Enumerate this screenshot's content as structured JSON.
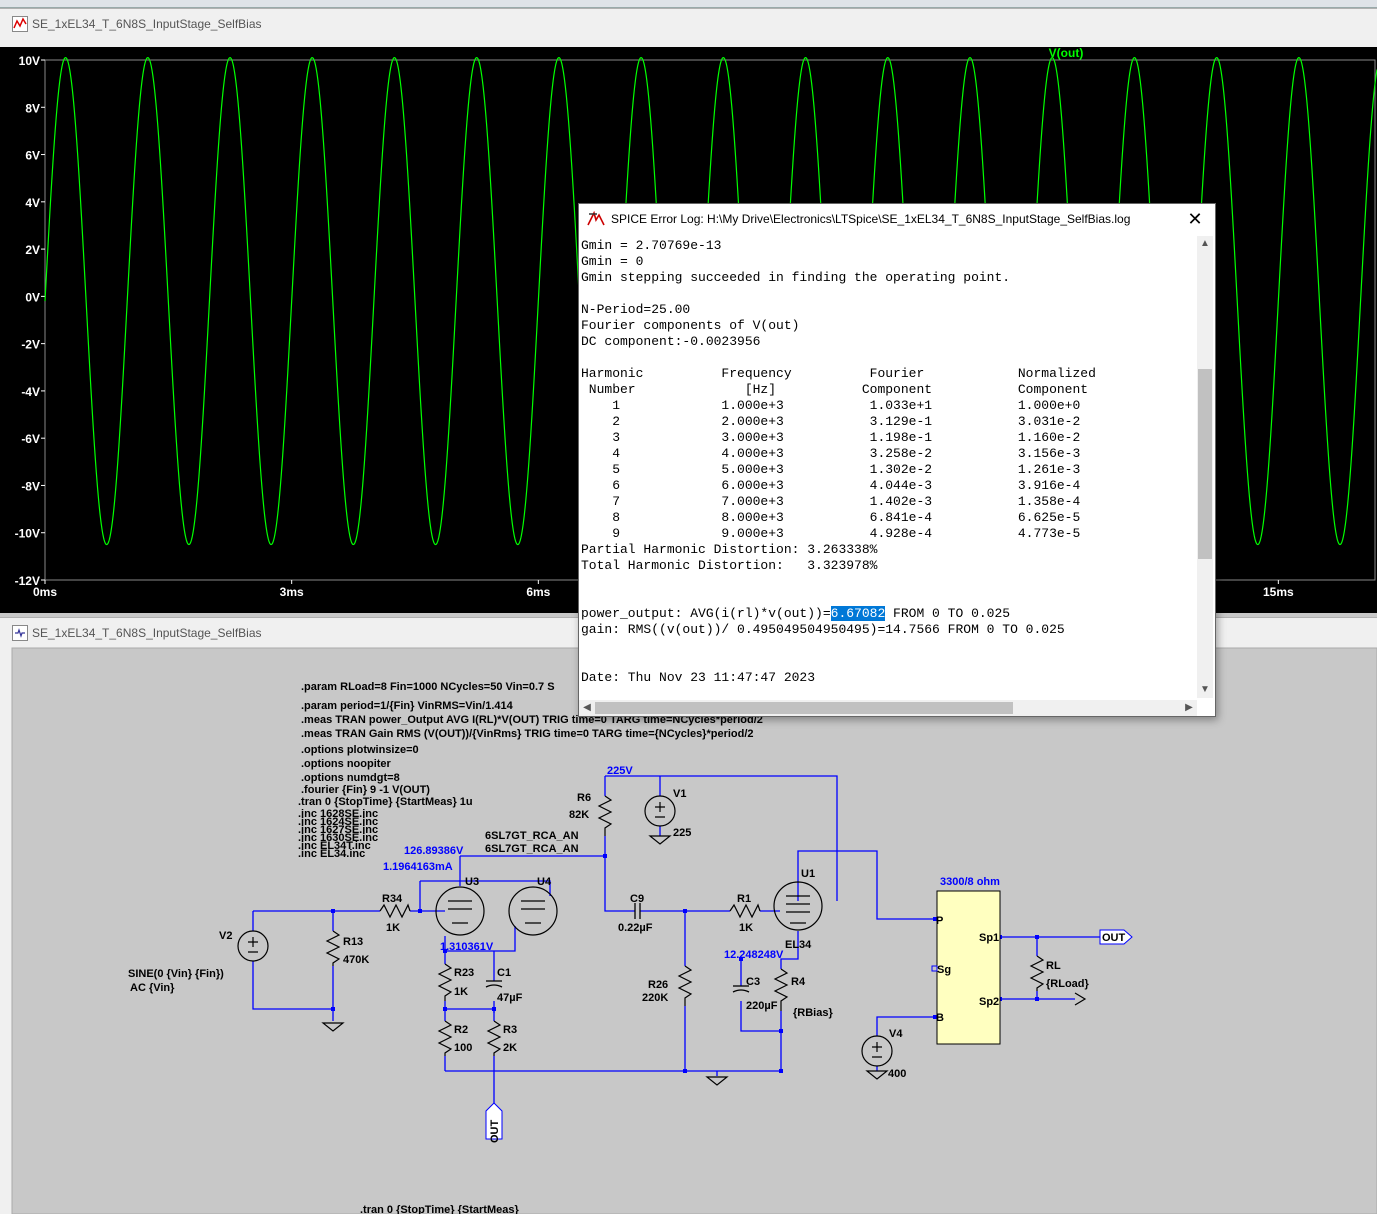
{
  "plot_window": {
    "title": "SE_1xEL34_T_6N8S_InputStage_SelfBias",
    "trace_name": "V(out)",
    "y_ticks": [
      "10V",
      "8V",
      "6V",
      "4V",
      "2V",
      "0V",
      "-2V",
      "-4V",
      "-6V",
      "-8V",
      "-10V",
      "-12V"
    ],
    "x_ticks": [
      "0ms",
      "3ms",
      "6ms",
      "15ms"
    ],
    "colors": {
      "background": "#000000",
      "trace": "#00ff00",
      "axis_text": "#ffffff",
      "trace_label": "#00ff00"
    }
  },
  "chart_data": {
    "type": "line",
    "title": "",
    "series": [
      {
        "name": "V(out)",
        "function": "sine",
        "frequency_hz": 1000,
        "amplitude_v": 10.3,
        "offset_v": -0.2
      }
    ],
    "xlabel": "",
    "ylabel": "",
    "xlim_ms": [
      0,
      16.2
    ],
    "ylim": [
      -12,
      10
    ]
  },
  "schematic_window": {
    "title": "SE_1xEL34_T_6N8S_InputStage_SelfBias",
    "directives": [
      ".param RLoad=8 Fin=1000 NCycles=50 Vin=0.7 S",
      ".param period=1/{Fin} VinRMS=Vin/1.414",
      ".meas TRAN power_Output AVG I(RL)*V(OUT) TRIG time=0 TARG time=NCycles*period/2",
      ".meas TRAN Gain RMS (V(OUT))/{VinRms} TRIG time=0 TARG time={NCycles}*period/2",
      ".options plotwinsize=0",
      ".options noopiter",
      ".options numdgt=8",
      ".fourier {Fin} 9 -1 V(OUT)",
      ".tran 0 {StopTime} {StartMeas} 1u",
      ".inc 1628SE.inc",
      ".inc 1624SE.inc",
      ".inc 1627SE.inc",
      ".inc 1630SE.inc",
      ".inc EL34T.inc",
      ".inc EL34.inc"
    ],
    "bottom_text": ".tran 0 {StopTime} {StartMeas}",
    "labels": {
      "v225": "225V",
      "r6": "R6",
      "r6v": "82K",
      "v1": "V1",
      "v1v": "225",
      "u1": "U1",
      "el34": "EL34",
      "u3": "U3",
      "u4": "U4",
      "tube1": "6SL7GT_RCA_AN",
      "tube2": "6SL7GT_RCA_AN",
      "n1v": "126.89386V",
      "n1i": "1.1964163mA",
      "r34": "R34",
      "r34v": "1K",
      "v2": "V2",
      "r13": "R13",
      "r13v": "470K",
      "sine": "SINE(0 {Vin} {Fin})",
      "ac": "AC {Vin}",
      "n2v": "1.310361V",
      "r23": "R23",
      "r23v": "1K",
      "c1": "C1",
      "c1v": "47µF",
      "r2": "R2",
      "r2v": "100",
      "r3": "R3",
      "r3v": "2K",
      "out1": "OUT",
      "c9": "C9",
      "c9v": "0.22µF",
      "r1": "R1",
      "r1v": "1K",
      "r26": "R26",
      "r26v": "220K",
      "n3v": "12.248248V",
      "c3": "C3",
      "c3v": "220µF",
      "r4": "R4",
      "r4v": "{RBias}",
      "v4": "V4",
      "v4v": "400",
      "xfmr": "3300/8 ohm",
      "p": "P",
      "sg": "Sg",
      "b": "B",
      "sp1": "Sp1",
      "sp2": "Sp2",
      "rl": "RL",
      "rlv": "{RLoad}",
      "out2": "OUT"
    },
    "colors": {
      "wire": "#0000ff",
      "text": "#000000",
      "node": "#0000ff",
      "xfmr_fill": "#ffffc0",
      "resistor": "#000000"
    }
  },
  "error_log": {
    "title": "SPICE Error Log: H:\\My Drive\\Electronics\\LTSpice\\SE_1xEL34_T_6N8S_InputStage_SelfBias.log",
    "lines_before": "Gmin = 2.70769e-13\nGmin = 0\nGmin stepping succeeded in finding the operating point.\n\nN-Period=25.00\nFourier components of V(out)\nDC component:-0.0023956\n\nHarmonic          Frequency          Fourier            Normalized\n Number              [Hz]           Component           Component\n    1             1.000e+3           1.033e+1           1.000e+0\n    2             2.000e+3           3.129e-1           3.031e-2\n    3             3.000e+3           1.198e-1           1.160e-2\n    4             4.000e+3           3.258e-2           3.156e-3\n    5             5.000e+3           1.302e-2           1.261e-3\n    6             6.000e+3           4.044e-3           3.916e-4\n    7             7.000e+3           1.402e-3           1.358e-4\n    8             8.000e+3           6.841e-4           6.625e-5\n    9             9.000e+3           4.928e-4           4.773e-5\nPartial Harmonic Distortion: 3.263338%\nTotal Harmonic Distortion:   3.323978%\n\n\n",
    "power_prefix": "power_output: AVG(i(rl)*v(out))=",
    "power_value": "6.67082",
    "power_suffix": " FROM 0 TO 0.025",
    "lines_after": "gain: RMS((v(out))/ 0.495049504950495)=14.7566 FROM 0 TO 0.025\n\n\nDate: Thu Nov 23 11:47:47 2023",
    "close_symbol": "✕"
  }
}
